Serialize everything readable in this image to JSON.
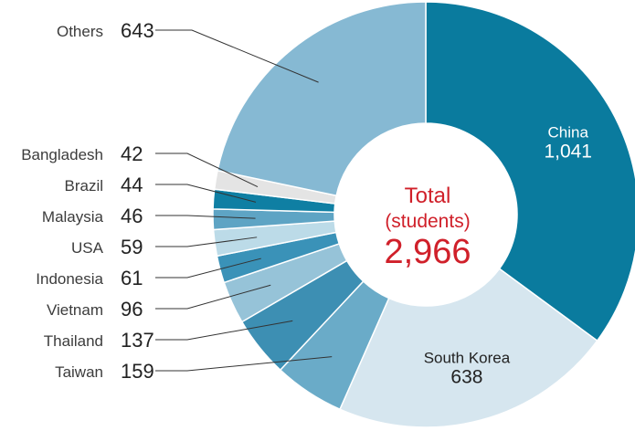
{
  "chart_data": {
    "type": "pie",
    "donut": true,
    "center": {
      "line1": "Total",
      "line2": "(students)",
      "total": "2,966"
    },
    "slices": [
      {
        "label": "China",
        "value": 1041,
        "value_text": "1,041",
        "color": "#0a7b9e",
        "text_color": "#ffffff",
        "label_position": "inside"
      },
      {
        "label": "South Korea",
        "value": 638,
        "value_text": "638",
        "color": "#d6e6ef",
        "text_color": "#222222",
        "label_position": "inside"
      },
      {
        "label": "Taiwan",
        "value": 159,
        "value_text": "159",
        "color": "#6aabc8",
        "label_position": "outside"
      },
      {
        "label": "Thailand",
        "value": 137,
        "value_text": "137",
        "color": "#3d8fb3",
        "label_position": "outside"
      },
      {
        "label": "Vietnam",
        "value": 96,
        "value_text": "96",
        "color": "#96c3d8",
        "label_position": "outside"
      },
      {
        "label": "Indonesia",
        "value": 61,
        "value_text": "61",
        "color": "#3a92b8",
        "label_position": "outside"
      },
      {
        "label": "USA",
        "value": 59,
        "value_text": "59",
        "color": "#bcdbe8",
        "label_position": "outside"
      },
      {
        "label": "Malaysia",
        "value": 46,
        "value_text": "46",
        "color": "#5ea4c4",
        "label_position": "outside"
      },
      {
        "label": "Brazil",
        "value": 44,
        "value_text": "44",
        "color": "#0f7fa3",
        "label_position": "outside"
      },
      {
        "label": "Bangladesh",
        "value": 42,
        "value_text": "42",
        "color": "#e4e4e4",
        "label_position": "outside"
      },
      {
        "label": "Others",
        "value": 643,
        "value_text": "643",
        "color": "#86b9d3",
        "label_position": "outside"
      }
    ]
  }
}
